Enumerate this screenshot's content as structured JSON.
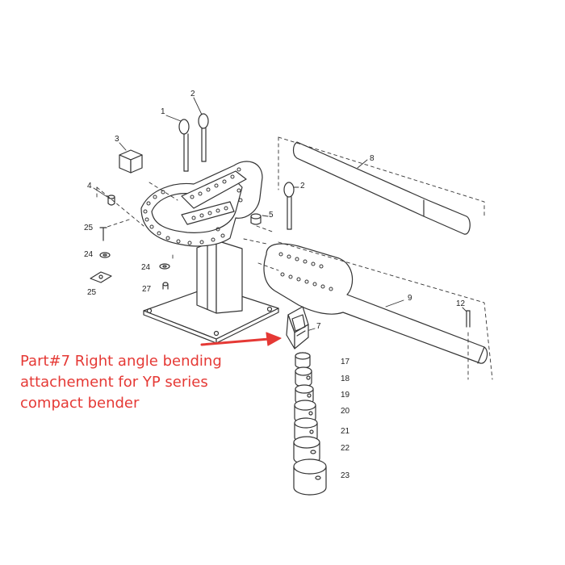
{
  "caption": {
    "lines": [
      "Part#7 Right angle bending",
      "attachement for YP series",
      "compact bender"
    ]
  },
  "part_labels": {
    "p1": "1",
    "p2a": "2",
    "p2b": "2",
    "p3": "3",
    "p4": "4",
    "p5": "5",
    "p7": "7",
    "p8": "8",
    "p9": "9",
    "p12": "12",
    "p17": "17",
    "p18": "18",
    "p19": "19",
    "p20": "20",
    "p21": "21",
    "p22": "22",
    "p23": "23",
    "p24a": "24",
    "p24b": "24",
    "p25a": "25",
    "p25b": "25",
    "p27": "27"
  },
  "colors": {
    "line": "#333333",
    "annotation": "#e53935"
  }
}
